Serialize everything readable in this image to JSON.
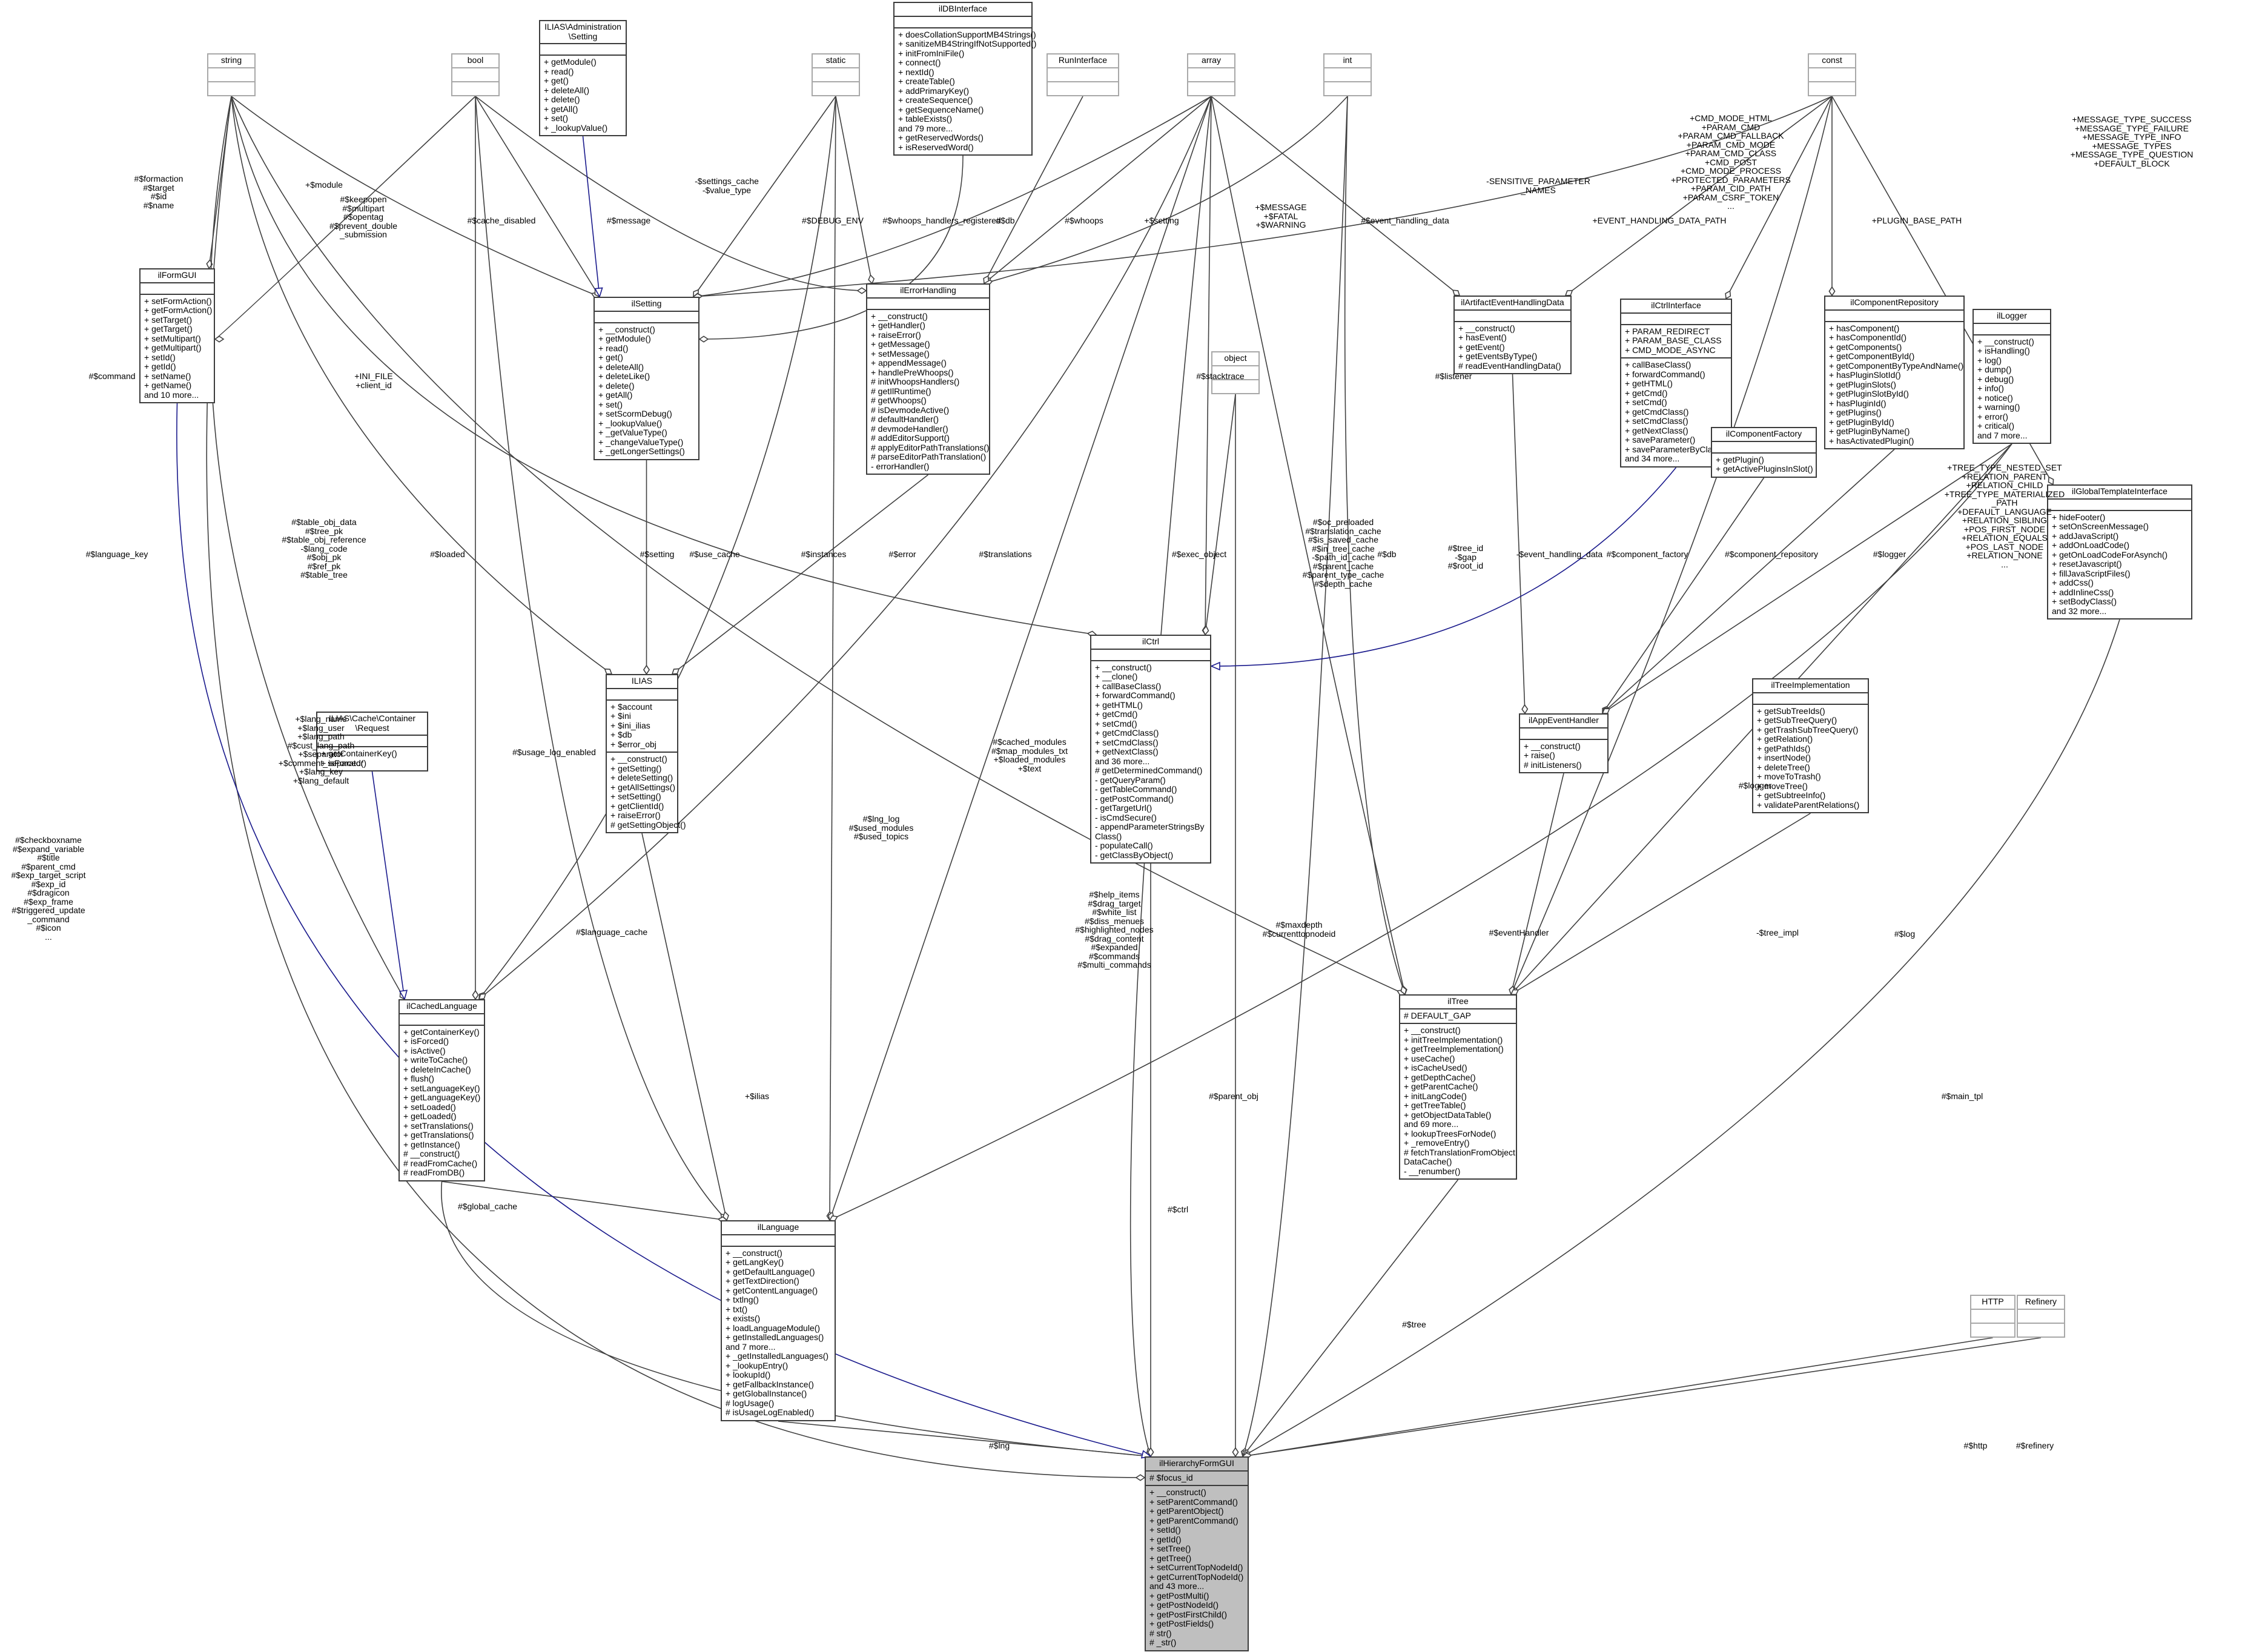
{
  "nodes": [
    {
      "id": "string",
      "title": "string",
      "external": true,
      "fields": [],
      "methods": []
    },
    {
      "id": "bool",
      "title": "bool",
      "external": true,
      "fields": [],
      "methods": []
    },
    {
      "id": "static",
      "title": "static",
      "external": true,
      "fields": [],
      "methods": []
    },
    {
      "id": "array",
      "title": "array",
      "external": true,
      "fields": [],
      "methods": []
    },
    {
      "id": "int",
      "title": "int",
      "external": true,
      "fields": [],
      "methods": []
    },
    {
      "id": "const",
      "title": "const",
      "external": true,
      "fields": [],
      "methods": []
    },
    {
      "id": "runinterface",
      "title": "RunInterface",
      "external": true,
      "fields": [],
      "methods": []
    },
    {
      "id": "object",
      "title": "object",
      "external": true,
      "fields": [],
      "methods": []
    },
    {
      "id": "http",
      "title": "HTTP",
      "external": true,
      "fields": [],
      "methods": []
    },
    {
      "id": "refinery",
      "title": "Refinery",
      "external": true,
      "fields": [],
      "methods": []
    },
    {
      "id": "setting_iface",
      "title": "ILIAS\\Administration\n\\Setting",
      "external": false,
      "fields": [],
      "methods": [
        "+ getModule()",
        "+ read()",
        "+ get()",
        "+ deleteAll()",
        "+ delete()",
        "+ getAll()",
        "+ set()",
        "+ _lookupValue()"
      ]
    },
    {
      "id": "ildbinterface",
      "title": "ilDBInterface",
      "external": false,
      "fields": [],
      "methods": [
        "+ doesCollationSupportMB4Strings()",
        "+ sanitizeMB4StringIfNotSupported()",
        "+ initFromIniFile()",
        "+ connect()",
        "+ nextId()",
        "+ createTable()",
        "+ addPrimaryKey()",
        "+ createSequence()",
        "+ getSequenceName()",
        "+ tableExists()",
        "and 79 more...",
        "+ getReservedWords()",
        "+ isReservedWord()"
      ]
    },
    {
      "id": "ilformgui",
      "title": "ilFormGUI",
      "external": false,
      "fields": [],
      "methods": [
        "+ setFormAction()",
        "+ getFormAction()",
        "+ setTarget()",
        "+ getTarget()",
        "+ setMultipart()",
        "+ getMultipart()",
        "+ setId()",
        "+ getId()",
        "+ setName()",
        "+ getName()",
        "and 10 more..."
      ]
    },
    {
      "id": "ilsetting",
      "title": "ilSetting",
      "external": false,
      "fields": [],
      "methods": [
        "+ __construct()",
        "+ getModule()",
        "+ read()",
        "+ get()",
        "+ deleteAll()",
        "+ deleteLike()",
        "+ delete()",
        "+ getAll()",
        "+ set()",
        "+ setScormDebug()",
        "+ _lookupValue()",
        "+ _getValueType()",
        "+ _changeValueType()",
        "+ _getLongerSettings()"
      ]
    },
    {
      "id": "ilerrorhandling",
      "title": "ilErrorHandling",
      "external": false,
      "fields": [],
      "methods": [
        "+ __construct()",
        "+ getHandler()",
        "+ raiseError()",
        "+ getMessage()",
        "+ setMessage()",
        "+ appendMessage()",
        "+ handlePreWhoops()",
        "# initWhoopsHandlers()",
        "# getIlRuntime()",
        "# getWhoops()",
        "# isDevmodeActive()",
        "# defaultHandler()",
        "# devmodeHandler()",
        "# addEditorSupport()",
        "# applyEditorPathTranslations()",
        "# parseEditorPathTranslation()",
        "- errorHandler()"
      ]
    },
    {
      "id": "ilartifact",
      "title": "ilArtifactEventHandlingData",
      "external": false,
      "fields": [],
      "methods": [
        "+ __construct()",
        "+ hasEvent()",
        "+ getEvent()",
        "+ getEventsByType()",
        "# readEventHandlingData()"
      ]
    },
    {
      "id": "ilctrlinterface",
      "title": "ilCtrlInterface",
      "external": false,
      "fields": [],
      "methods": [
        "+ PARAM_REDIRECT",
        "+ PARAM_BASE_CLASS",
        "+ CMD_MODE_ASYNC"
      ],
      "methods2": [
        "+ callBaseClass()",
        "+ forwardCommand()",
        "+ getHTML()",
        "+ getCmd()",
        "+ setCmd()",
        "+ getCmdClass()",
        "+ setCmdClass()",
        "+ getNextClass()",
        "+ saveParameter()",
        "+ saveParameterByClass()",
        "and 34 more..."
      ]
    },
    {
      "id": "ilcomponentfactory",
      "title": "ilComponentFactory",
      "external": false,
      "fields": [],
      "methods": [
        "+ getPlugin()",
        "+ getActivePluginsInSlot()"
      ]
    },
    {
      "id": "ilcomponentrepo",
      "title": "ilComponentRepository",
      "external": false,
      "fields": [],
      "methods": [
        "+ hasComponent()",
        "+ hasComponentId()",
        "+ getComponents()",
        "+ getComponentById()",
        "+ getComponentByTypeAndName()",
        "+ hasPluginSlotId()",
        "+ getPluginSlots()",
        "+ getPluginSlotById()",
        "+ hasPluginId()",
        "+ getPlugins()",
        "+ getPluginById()",
        "+ getPluginByName()",
        "+ hasActivatedPlugin()"
      ]
    },
    {
      "id": "illogger",
      "title": "ilLogger",
      "external": false,
      "fields": [],
      "methods": [
        "+ __construct()",
        "+ isHandling()",
        "+ log()",
        "+ dump()",
        "+ debug()",
        "+ info()",
        "+ notice()",
        "+ warning()",
        "+ error()",
        "+ critical()",
        "and 7 more..."
      ]
    },
    {
      "id": "ilglobaltemplate",
      "title": "ilGlobalTemplateInterface",
      "external": false,
      "fields": [],
      "methods": [
        "+ hideFooter()",
        "+ setOnScreenMessage()",
        "+ addJavaScript()",
        "+ addOnLoadCode()",
        "+ getOnLoadCodeForAsynch()",
        "+ resetJavascript()",
        "+ fillJavaScriptFiles()",
        "+ addCss()",
        "+ addInlineCss()",
        "+ setBodyClass()",
        "and 32 more..."
      ]
    },
    {
      "id": "ilias",
      "title": "ILIAS",
      "external": false,
      "fields": [],
      "methods": [
        "+ $account",
        "+ $ini",
        "+ $ini_ilias",
        "+ $db",
        "+ $error_obj"
      ],
      "methods2": [
        "+ __construct()",
        "+ getSetting()",
        "+ deleteSetting()",
        "+ getAllSettings()",
        "+ setSetting()",
        "+ getClientId()",
        "+ raiseError()",
        "# getSettingObject()"
      ]
    },
    {
      "id": "ilctrl",
      "title": "ilCtrl",
      "external": false,
      "fields": [],
      "methods": [
        "+ __construct()",
        "+ __clone()",
        "+ callBaseClass()",
        "+ forwardCommand()",
        "+ getHTML()",
        "+ getCmd()",
        "+ setCmd()",
        "+ getCmdClass()",
        "+ setCmdClass()",
        "+ getNextClass()",
        "and 36 more...",
        "# getDeterminedCommand()",
        "- getQueryParam()",
        "- getTableCommand()",
        "- getPostCommand()",
        "- getTargetUrl()",
        "- isCmdSecure()",
        "- appendParameterStringsBy",
        "Class()",
        "- populateCall()",
        "- getClassByObject()"
      ]
    },
    {
      "id": "cachecontainer",
      "title": "ILIAS\\Cache\\Container\n\\Request",
      "external": false,
      "fields": [],
      "methods": [
        "+ getContainerKey()",
        "+ isForced()"
      ]
    },
    {
      "id": "ilappeventhandler",
      "title": "ilAppEventHandler",
      "external": false,
      "fields": [],
      "methods": [
        "+ __construct()",
        "+ raise()",
        "# initListeners()"
      ]
    },
    {
      "id": "iltreeimpl",
      "title": "ilTreeImplementation",
      "external": false,
      "fields": [],
      "methods": [
        "+ getSubTreeIds()",
        "+ getSubTreeQuery()",
        "+ getTrashSubTreeQuery()",
        "+ getRelation()",
        "+ getPathIds()",
        "+ insertNode()",
        "+ deleteTree()",
        "+ moveToTrash()",
        "+ moveTree()",
        "+ getSubtreeInfo()",
        "+ validateParentRelations()"
      ]
    },
    {
      "id": "ilcachedlanguage",
      "title": "ilCachedLanguage",
      "external": false,
      "fields": [],
      "methods": [
        "+ getContainerKey()",
        "+ isForced()",
        "+ isActive()",
        "+ writeToCache()",
        "+ deleteInCache()",
        "+ flush()",
        "+ setLanguageKey()",
        "+ getLanguageKey()",
        "+ setLoaded()",
        "+ getLoaded()",
        "+ setTranslations()",
        "+ getTranslations()",
        "+ getInstance()",
        "# __construct()",
        "# readFromCache()",
        "# readFromDB()"
      ]
    },
    {
      "id": "iltree",
      "title": "ilTree",
      "external": false,
      "fields": [
        "# DEFAULT_GAP"
      ],
      "methods": [
        "+ __construct()",
        "+ initTreeImplementation()",
        "+ getTreeImplementation()",
        "+ useCache()",
        "+ isCacheUsed()",
        "+ getDepthCache()",
        "+ getParentCache()",
        "+ initLangCode()",
        "+ getTreeTable()",
        "+ getObjectDataTable()",
        "and 69 more...",
        "+ lookupTreesForNode()",
        "+ _removeEntry()",
        "# fetchTranslationFromObject",
        "DataCache()",
        "- __renumber()"
      ]
    },
    {
      "id": "illanguage",
      "title": "ilLanguage",
      "external": false,
      "fields": [],
      "methods": [
        "+ __construct()",
        "+ getLangKey()",
        "+ getDefaultLanguage()",
        "+ getTextDirection()",
        "+ getContentLanguage()",
        "+ txtlng()",
        "+ txt()",
        "+ exists()",
        "+ loadLanguageModule()",
        "+ getInstalledLanguages()",
        "and 7 more...",
        "+ _getInstalledLanguages()",
        "+ _lookupEntry()",
        "+ lookupId()",
        "+ getFallbackInstance()",
        "+ getGlobalInstance()",
        "# logUsage()",
        "# isUsageLogEnabled()"
      ]
    },
    {
      "id": "ilhierarchyformgui",
      "title": "ilHierarchyFormGUI",
      "external": false,
      "focus": true,
      "fields": [
        "# $focus_id"
      ],
      "methods": [
        "+ __construct()",
        "+ setParentCommand()",
        "+ getParentObject()",
        "+ getParentCommand()",
        "+ setId()",
        "+ getId()",
        "+ setTree()",
        "+ getTree()",
        "+ setCurrentTopNodeId()",
        "+ getCurrentTopNodeId()",
        "and 43 more...",
        "+ getPostMulti()",
        "+ getPostNodeId()",
        "+ getPostFirstChild()",
        "+ getPostFields()",
        "# str()",
        "# _str()"
      ]
    }
  ],
  "edge_labels": [
    {
      "id": "l_formaction",
      "text": "#$formaction\n#$target\n#$id\n#$name"
    },
    {
      "id": "l_module",
      "text": "+$module"
    },
    {
      "id": "l_keepopen",
      "text": "#$keepopen\n#$multipart\n#$opentag\n#$prevent_double\n_submission"
    },
    {
      "id": "l_cache_disabled",
      "text": "#$cache_disabled"
    },
    {
      "id": "l_message",
      "text": "#$message"
    },
    {
      "id": "l_settings_cache",
      "text": "-$settings_cache\n-$value_type"
    },
    {
      "id": "l_debug_env",
      "text": "#$DEBUG_ENV"
    },
    {
      "id": "l_whoops_handlers",
      "text": "#$whoops_handlers_registered"
    },
    {
      "id": "l_db",
      "text": "#$db"
    },
    {
      "id": "l_whoops",
      "text": "#$whoops"
    },
    {
      "id": "l_setting_plus",
      "text": "+$setting"
    },
    {
      "id": "l_message_fatal",
      "text": "+$MESSAGE\n+$FATAL\n+$WARNING"
    },
    {
      "id": "l_event_handling_data",
      "text": "#$event_handling_data"
    },
    {
      "id": "l_sensitive",
      "text": "-SENSITIVE_PARAMETER\n_NAMES"
    },
    {
      "id": "l_event_path",
      "text": "+EVENT_HANDLING_DATA_PATH"
    },
    {
      "id": "l_cmd_mode",
      "text": "+CMD_MODE_HTML\n+PARAM_CMD\n+PARAM_CMD_FALLBACK\n+PARAM_CMD_MODE\n+PARAM_CMD_CLASS\n+CMD_POST\n+CMD_MODE_PROCESS\n+PROTECTED_PARAMETERS\n+PARAM_CID_PATH\n+PARAM_CSRF_TOKEN\n..."
    },
    {
      "id": "l_plugin_base",
      "text": "+PLUGIN_BASE_PATH"
    },
    {
      "id": "l_message_type",
      "text": "+MESSAGE_TYPE_SUCCESS\n+MESSAGE_TYPE_FAILURE\n+MESSAGE_TYPE_INFO\n+MESSAGE_TYPES\n+MESSAGE_TYPE_QUESTION\n+DEFAULT_BLOCK"
    },
    {
      "id": "l_command",
      "text": "#$command"
    },
    {
      "id": "l_ini_file",
      "text": "+INI_FILE\n+client_id"
    },
    {
      "id": "l_stacktrace",
      "text": "#$stacktrace"
    },
    {
      "id": "l_listener",
      "text": "#$listener"
    },
    {
      "id": "l_table_obj",
      "text": "#$table_obj_data\n#$tree_pk\n#$table_obj_reference\n-$lang_code\n#$obj_pk\n#$ref_pk\n#$table_tree"
    },
    {
      "id": "l_language_key",
      "text": "#$language_key"
    },
    {
      "id": "l_loaded",
      "text": "#$loaded"
    },
    {
      "id": "l_setting_hash",
      "text": "#$setting"
    },
    {
      "id": "l_use_cache",
      "text": "#$use_cache"
    },
    {
      "id": "l_instances",
      "text": "#$instances"
    },
    {
      "id": "l_error",
      "text": "#$error"
    },
    {
      "id": "l_translations",
      "text": "#$translations"
    },
    {
      "id": "l_exec_object",
      "text": "#$exec_object"
    },
    {
      "id": "l_oc_preloaded",
      "text": "#$oc_preloaded\n#$translation_cache\n#$is_saved_cache\n#$in_tree_cache\n-$path_id_cache\n#$parent_cache\n#$parent_type_cache\n#$depth_cache"
    },
    {
      "id": "l_db2",
      "text": "#$db"
    },
    {
      "id": "l_tree_id",
      "text": "#$tree_id\n-$gap\n#$root_id"
    },
    {
      "id": "l_event_handling_data2",
      "text": "-$event_handling_data"
    },
    {
      "id": "l_component_factory",
      "text": "#$component_factory"
    },
    {
      "id": "l_component_repository",
      "text": "#$component_repository"
    },
    {
      "id": "l_logger",
      "text": "#$logger"
    },
    {
      "id": "l_tree_type",
      "text": "+TREE_TYPE_NESTED_SET\n+RELATION_PARENT\n+RELATION_CHILD\n+TREE_TYPE_MATERIALIZED\n_PATH\n+DEFAULT_LANGUAGE\n+RELATION_SIBLING\n+POS_FIRST_NODE\n+RELATION_EQUALS\n+POS_LAST_NODE\n+RELATION_NONE\n..."
    },
    {
      "id": "l_lang_name",
      "text": "+$lang_name\n+$lang_user\n+$lang_path\n#$cust_lang_path\n+$separator\n+$comment_separator\n+$lang_key\n+$lang_default"
    },
    {
      "id": "l_usage_log",
      "text": "#$usage_log_enabled"
    },
    {
      "id": "l_language_cache",
      "text": "#$language_cache"
    },
    {
      "id": "l_lng_log",
      "text": "#$lng_log\n#$used_modules\n#$used_topics"
    },
    {
      "id": "l_cached_modules",
      "text": "#$cached_modules\n#$map_modules_txt\n+$loaded_modules\n+$text"
    },
    {
      "id": "l_logger2",
      "text": "#$logger"
    },
    {
      "id": "l_help_items",
      "text": "#$help_items\n#$drag_target\n#$white_list\n#$diss_menues\n#$highlighted_nodes\n#$drag_content\n#$expanded\n#$commands\n#$multi_commands"
    },
    {
      "id": "l_maxdepth",
      "text": "#$maxdepth\n#$currenttopnodeid"
    },
    {
      "id": "l_event_handler",
      "text": "#$eventHandler"
    },
    {
      "id": "l_tree_impl",
      "text": "-$tree_impl"
    },
    {
      "id": "l_checkboxname",
      "text": "#$checkboxname\n#$expand_variable\n#$title\n#$parent_cmd\n#$exp_target_script\n#$exp_id\n#$dragicon\n#$exp_frame\n#$triggered_update\n_command\n#$icon\n..."
    },
    {
      "id": "l_ilias",
      "text": "+$ilias"
    },
    {
      "id": "l_global_cache",
      "text": "#$global_cache"
    },
    {
      "id": "l_ctrl",
      "text": "#$ctrl"
    },
    {
      "id": "l_parent_obj",
      "text": "#$parent_obj"
    },
    {
      "id": "l_log",
      "text": "#$log"
    },
    {
      "id": "l_main_tpl",
      "text": "#$main_tpl"
    },
    {
      "id": "l_tree",
      "text": "#$tree"
    },
    {
      "id": "l_lng",
      "text": "#$lng"
    },
    {
      "id": "l_http",
      "text": "#$http"
    },
    {
      "id": "l_refinery",
      "text": "#$refinery"
    }
  ]
}
